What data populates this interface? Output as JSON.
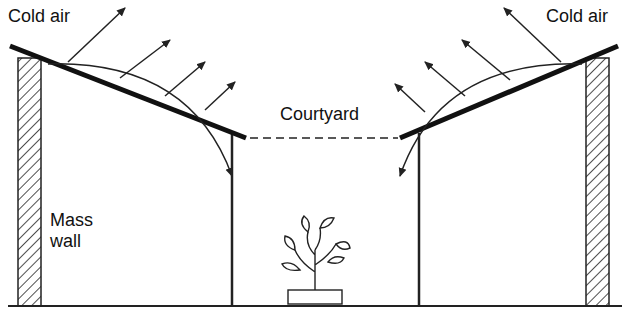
{
  "diagram": {
    "labels": [
      "Cold air",
      "Cold air",
      "Courtyard",
      "Mass wall"
    ]
  }
}
